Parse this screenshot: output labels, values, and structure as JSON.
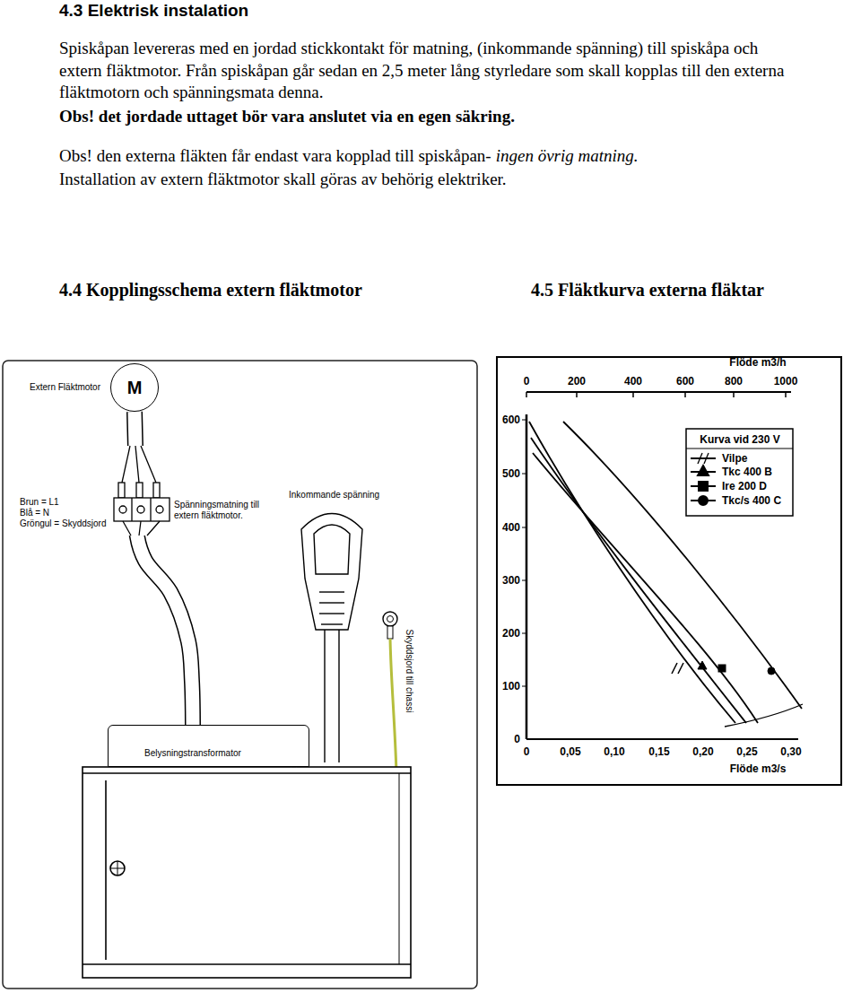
{
  "diagram": {
    "title": "4.3 Elektrisk instalation",
    "nodes": [
      {
        "text": [
          "Extern Fläktmotor",
          "M"
        ]
      },
      {
        "text": [
          "Belysningstransformator"
        ]
      }
    ],
    "edges": [
      {
        "from": 1,
        "to": 0,
        "arrow": "none"
      }
    ],
    "labels": [
      "Spiskåpan levereras med en jordad stickkontakt för matning, (inkommande spänning) till spiskåpa och extern fläktmotor. Från spiskåpan går sedan en 2,5 meter lång styrledare som skall kopplas till den externa fläktmotorn och spänningsmata denna.",
      "Obs! det jordade uttaget bör vara anslutet via en egen säkring.",
      "Obs! den externa fläkten får endast vara kopplad till spiskåpan-",
      "ingen övrig matning.",
      "Installation av extern fläktmotor skall göras av behörig elektriker.",
      "4.4 Kopplingsschema extern fläktmotor",
      "4.5 Fläktkurva externa fläktar",
      "Brun = L1",
      "Blå = N",
      "Gröngul = Skyddsjord",
      "Spänningsmatning till extern fläktmotor.",
      "Inkommande spänning",
      "Skyddsjord till chassi",
      "Flöde m3/h",
      "0",
      "200",
      "400",
      "600",
      "800",
      "1000",
      "Kurva vid 230 V",
      "600",
      "500",
      "400",
      "300",
      "200",
      "100",
      "0",
      "0",
      "0,05",
      "0,10",
      "0,15",
      "0,20",
      "0,25",
      "0,30",
      "Flöde m3/s"
    ],
    "legend": [
      {
        "text": "Vilpe"
      },
      {
        "text": "Tkc 400 B"
      },
      {
        "text": "Ire 200 D"
      },
      {
        "text": "Tkc/s 400 C"
      }
    ]
  }
}
